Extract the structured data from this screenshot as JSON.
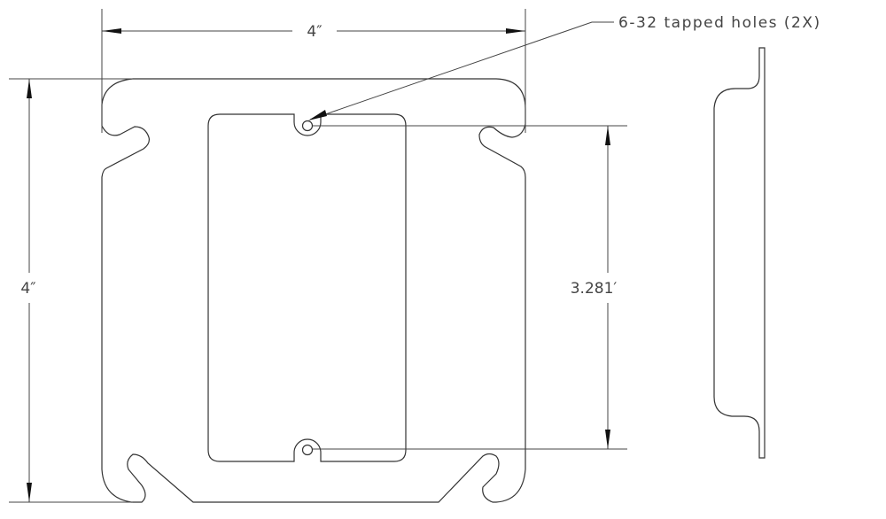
{
  "drawing": {
    "width_dimension": "4″",
    "height_dimension": "4″",
    "hole_spacing_dimension": "3.281′",
    "leader_note": "6-32 tapped holes (2X)",
    "line_color": "#333333",
    "background_color": "#ffffff"
  }
}
